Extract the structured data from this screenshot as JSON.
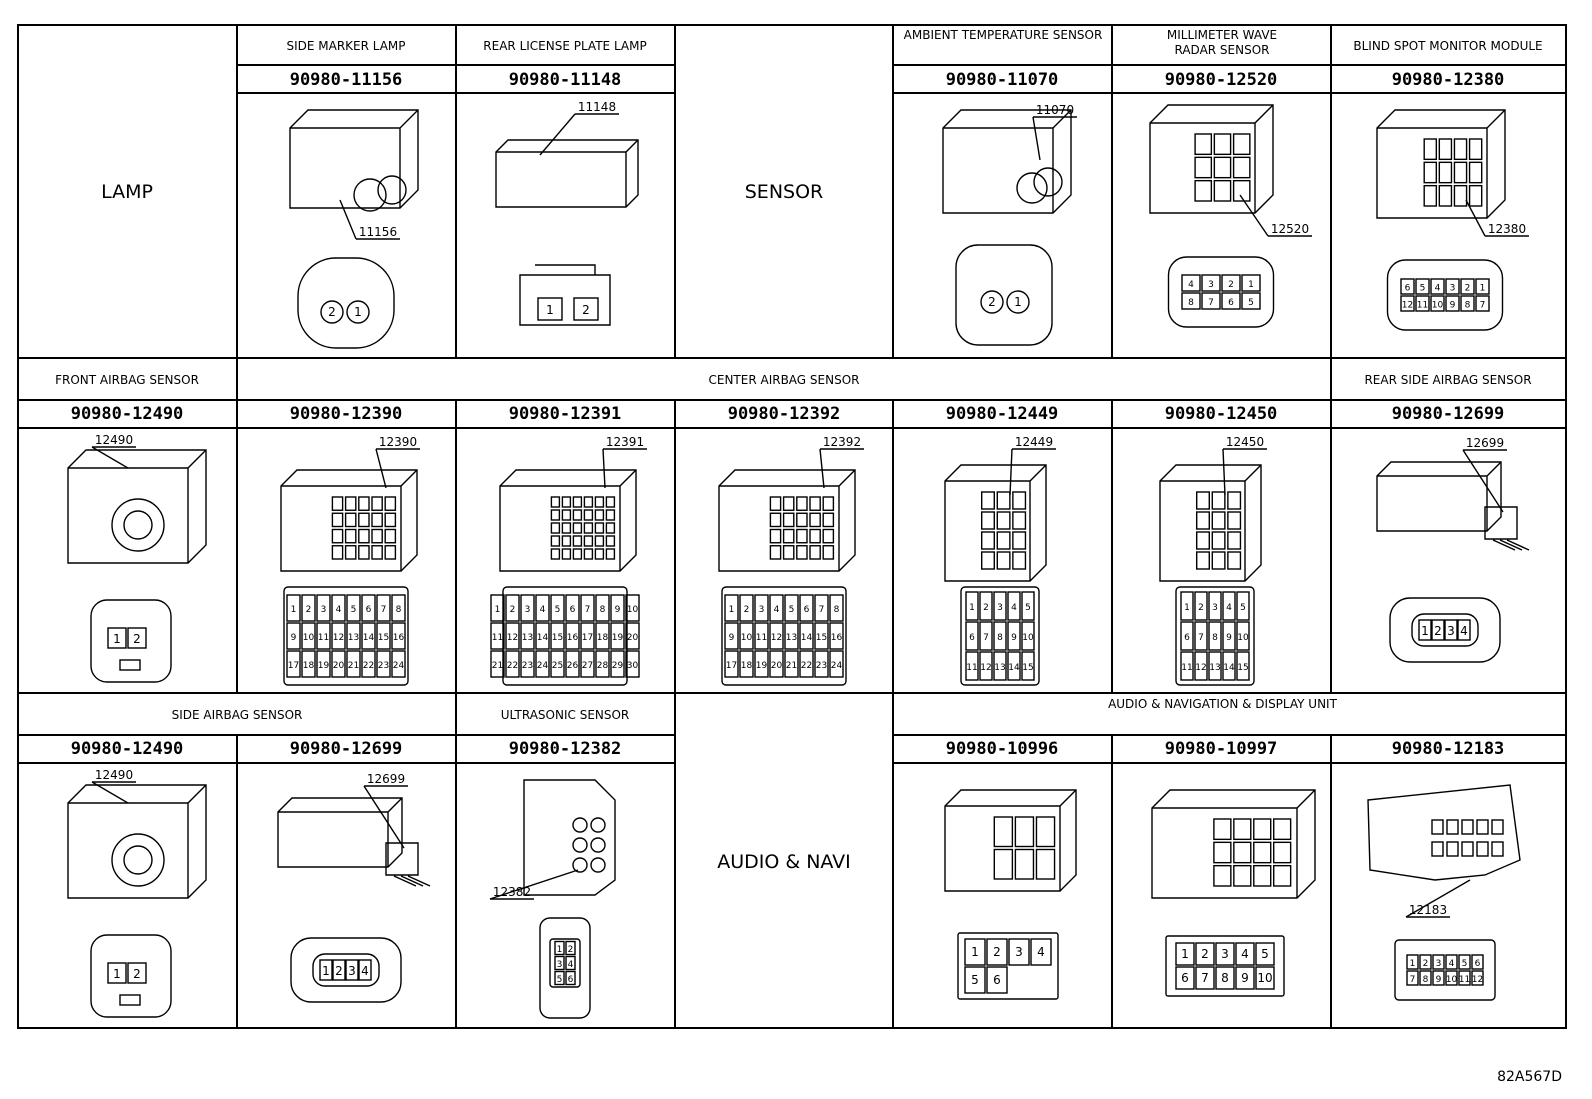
{
  "groups": {
    "lamp": "LAMP",
    "sensor": "SENSOR",
    "audio_navi": "AUDIO & NAVI"
  },
  "row1": [
    {
      "title": "SIDE MARKER LAMP",
      "part": "90980-11156",
      "tag": "11156",
      "pins": [
        "2",
        "1"
      ]
    },
    {
      "title": "REAR LICENSE PLATE LAMP",
      "part": "90980-11148",
      "tag": "11148",
      "pins": [
        "1",
        "2"
      ]
    },
    {
      "title": "AMBIENT TEMPERATURE SENSOR",
      "part": "90980-11070",
      "tag": "11070",
      "pins": [
        "2",
        "1"
      ]
    },
    {
      "title": "MILLIMETER WAVE RADAR SENSOR",
      "part": "90980-12520",
      "tag": "12520",
      "pins": [
        "4",
        "3",
        "2",
        "1",
        "8",
        "7",
        "6",
        "5"
      ]
    },
    {
      "title": "BLIND SPOT MONITOR MODULE",
      "part": "90980-12380",
      "tag": "12380",
      "pins": [
        "6",
        "5",
        "4",
        "3",
        "2",
        "1",
        "12",
        "11",
        "10",
        "9",
        "8",
        "7"
      ]
    }
  ],
  "row2": {
    "front_title": "FRONT AIRBAG SENSOR",
    "center_title": "CENTER AIRBAG SENSOR",
    "rear_title": "REAR SIDE AIRBAG SENSOR",
    "cells": [
      {
        "part": "90980-12490",
        "tag": "12490",
        "pins": [
          "1",
          "2"
        ]
      },
      {
        "part": "90980-12390",
        "tag": "12390",
        "pins": [
          "1",
          "2",
          "3",
          "4",
          "5",
          "6",
          "7",
          "8",
          "9",
          "10",
          "11",
          "12",
          "13",
          "14",
          "15",
          "16",
          "17",
          "18",
          "19",
          "20",
          "21",
          "22",
          "23",
          "24"
        ]
      },
      {
        "part": "90980-12391",
        "tag": "12391",
        "pins": [
          "1",
          "2",
          "3",
          "4",
          "5",
          "6",
          "7",
          "8",
          "9",
          "10",
          "11",
          "12",
          "13",
          "14",
          "15",
          "16",
          "17",
          "18",
          "19",
          "20",
          "21",
          "22",
          "23",
          "24",
          "25",
          "26",
          "27",
          "28",
          "29",
          "30"
        ]
      },
      {
        "part": "90980-12392",
        "tag": "12392",
        "pins": [
          "1",
          "2",
          "3",
          "4",
          "5",
          "6",
          "7",
          "8",
          "9",
          "10",
          "11",
          "12",
          "13",
          "14",
          "15",
          "16",
          "17",
          "18",
          "19",
          "20",
          "21",
          "22",
          "23",
          "24"
        ]
      },
      {
        "part": "90980-12449",
        "tag": "12449",
        "pins": [
          "1",
          "2",
          "3",
          "4",
          "5",
          "6",
          "7",
          "8",
          "9",
          "10",
          "11",
          "12",
          "13",
          "14",
          "15"
        ]
      },
      {
        "part": "90980-12450",
        "tag": "12450",
        "pins": [
          "1",
          "2",
          "3",
          "4",
          "5",
          "6",
          "7",
          "8",
          "9",
          "10",
          "11",
          "12",
          "13",
          "14",
          "15"
        ]
      },
      {
        "part": "90980-12699",
        "tag": "12699",
        "pins": [
          "1",
          "2",
          "3",
          "4"
        ]
      }
    ]
  },
  "row3": {
    "side_title": "SIDE AIRBAG SENSOR",
    "ultra_title": "ULTRASONIC SENSOR",
    "audio_title": "AUDIO & NAVIGATION & DISPLAY UNIT",
    "cells": [
      {
        "part": "90980-12490",
        "tag": "12490",
        "pins": [
          "1",
          "2"
        ]
      },
      {
        "part": "90980-12699",
        "tag": "12699",
        "pins": [
          "1",
          "2",
          "3",
          "4"
        ]
      },
      {
        "part": "90980-12382",
        "tag": "12382",
        "pins": [
          "1",
          "2",
          "3",
          "4",
          "5",
          "6"
        ]
      },
      {
        "part": "90980-10996",
        "pins": [
          "1",
          "2",
          "3",
          "4",
          "5",
          "6"
        ]
      },
      {
        "part": "90980-10997",
        "pins": [
          "1",
          "2",
          "3",
          "4",
          "5",
          "6",
          "7",
          "8",
          "9",
          "10"
        ]
      },
      {
        "part": "90980-12183",
        "tag": "12183",
        "pins": [
          "1",
          "2",
          "3",
          "4",
          "5",
          "6",
          "7",
          "8",
          "9",
          "10",
          "11",
          "12"
        ]
      }
    ]
  },
  "figure_code": "82A567D"
}
